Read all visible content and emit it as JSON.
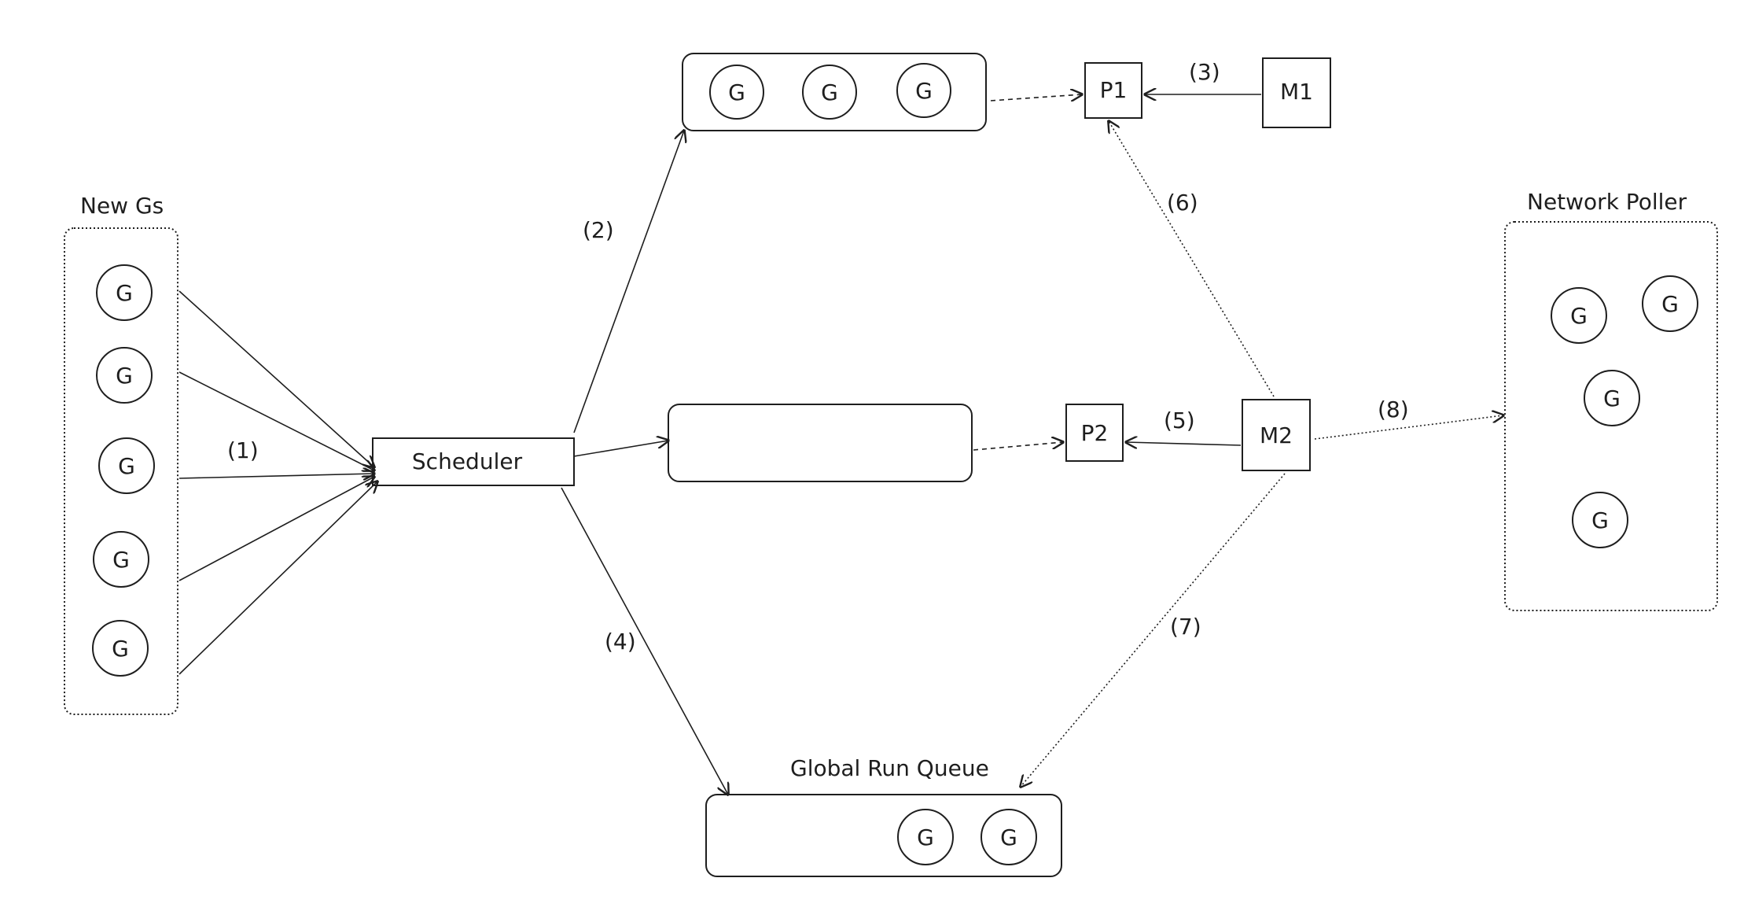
{
  "nodes": {
    "new_gs_title": "New Gs",
    "scheduler": "Scheduler",
    "p1": "P1",
    "m1": "M1",
    "p2": "P2",
    "m2": "M2",
    "network_poller_title": "Network Poller",
    "global_run_queue_title": "Global Run Queue",
    "goroutine": "G"
  },
  "edges": {
    "e1": "(1)",
    "e2": "(2)",
    "e3": "(3)",
    "e4": "(4)",
    "e5": "(5)",
    "e6": "(6)",
    "e7": "(7)",
    "e8": "(8)"
  }
}
